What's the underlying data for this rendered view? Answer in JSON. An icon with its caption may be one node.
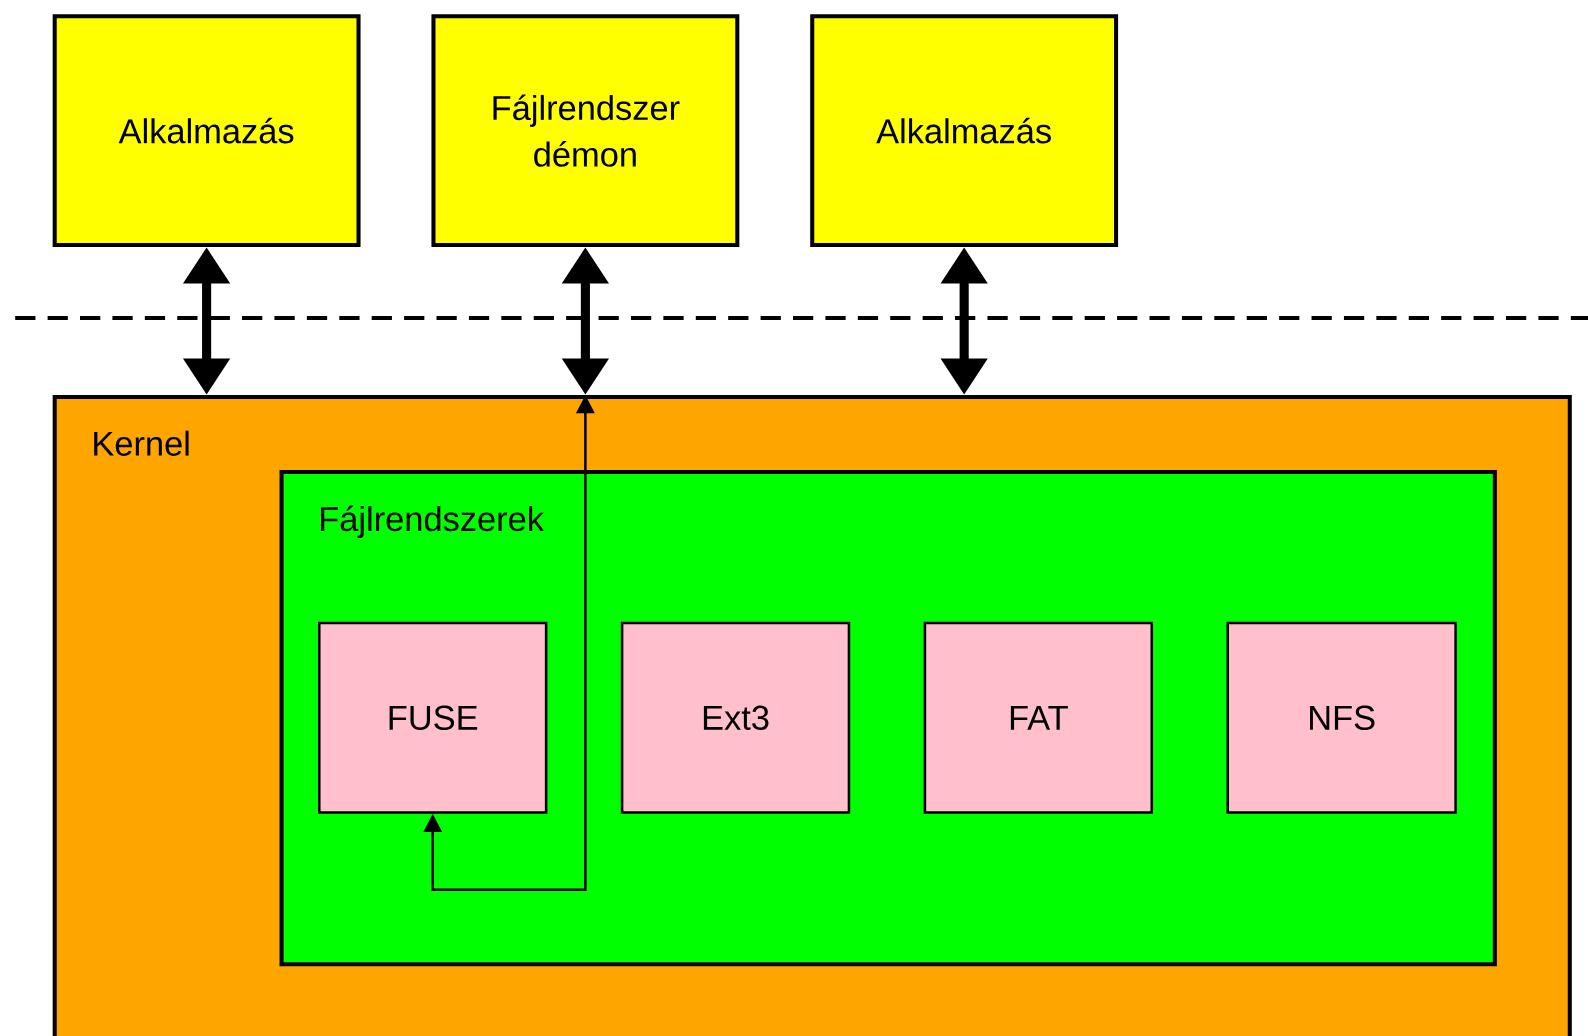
{
  "diagram": {
    "nodes": [
      {
        "text": [
          "Alkalmazás"
        ]
      },
      {
        "text": [
          "Fájlrendszer démon"
        ]
      },
      {
        "text": [
          "Alkalmazás"
        ]
      },
      {
        "text": [
          "Kernel"
        ]
      },
      {
        "text": [
          "Fájlrendszerek"
        ],
        "in": 3
      },
      {
        "text": [
          "FUSE"
        ],
        "in": 4
      },
      {
        "text": [
          "Ext3"
        ],
        "in": 4
      },
      {
        "text": [
          "FAT"
        ],
        "in": 4
      },
      {
        "text": [
          "NFS"
        ],
        "in": 4
      }
    ],
    "edges": [
      {
        "from": 0,
        "to": 3,
        "arrow": "both"
      },
      {
        "from": 1,
        "to": 3,
        "arrow": "both"
      },
      {
        "from": 2,
        "to": 3,
        "arrow": "both"
      },
      {
        "from": 5,
        "to": 3,
        "arrow": "both"
      }
    ]
  }
}
